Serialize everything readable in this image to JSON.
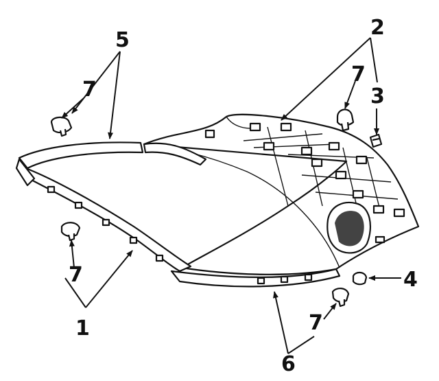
{
  "callouts": {
    "c1": "1",
    "c2": "2",
    "c3": "3",
    "c4": "4",
    "c5": "5",
    "c6": "6",
    "c7a": "7",
    "c7b": "7",
    "c7c": "7",
    "c7d": "7"
  },
  "colors": {
    "ink": "#111111",
    "paper": "#ffffff"
  },
  "icons": {
    "pushpin_clip": "push-pin-clip-icon",
    "bracket_clip": "bracket-clip-icon"
  }
}
